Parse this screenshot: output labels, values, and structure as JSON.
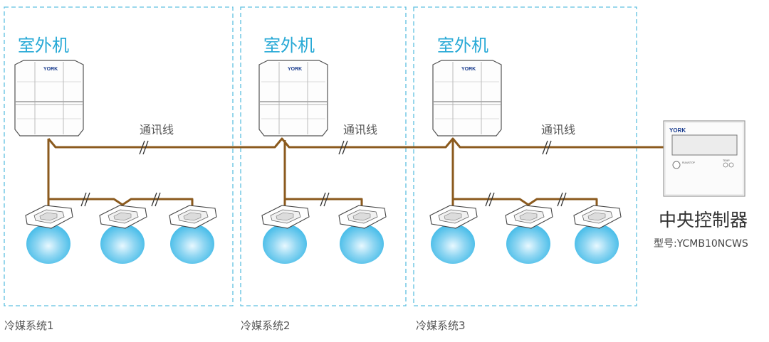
{
  "outdoor_unit_label": "室外机",
  "communication_line_label": "通讯线",
  "brand": "YORK",
  "systems": [
    {
      "name": "冷媒系统1",
      "indoor_unit_count": 3
    },
    {
      "name": "冷媒系统2",
      "indoor_unit_count": 2
    },
    {
      "name": "冷媒系统3",
      "indoor_unit_count": 3
    }
  ],
  "controller": {
    "title": "中央控制器",
    "model": "型号:YCMB10NCWS",
    "brand": "YORK",
    "button_left_label": "RUN/STOP",
    "button_right_label": "TEMP"
  },
  "colors": {
    "pipe": "#8b5a1e",
    "dashed_border": "#5fc0e0",
    "title_blue": "#27a9d6",
    "air_blue": "#35b6e6"
  }
}
